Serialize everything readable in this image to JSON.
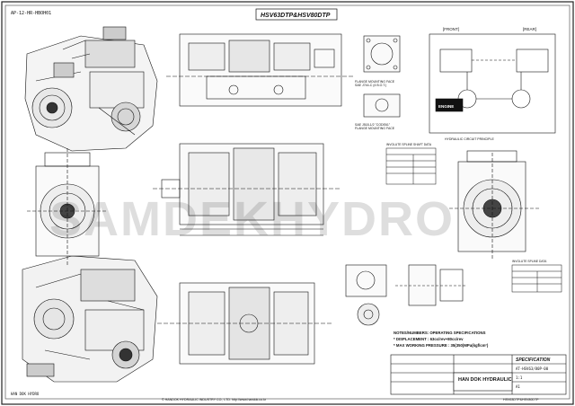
{
  "drawing": {
    "title": "HSV63DTP&HSV80DTP",
    "watermark": "SAMDEKHYDRO",
    "tag_top_left": "AP-12-HR-HBOH01",
    "flange_note_1": "FLANGE MOUNTING FACE\nSAE J744-C (4 B.O.T.)",
    "flange_note_2": "SAE J518-1/2 \"CODE61\"\nFLANGE MOUNTING FACE",
    "schematic": {
      "front_label": "[FRONT]",
      "rear_label": "[REAR]",
      "engine_label": "ENGINE",
      "caption": "HYDRAULIC CIRCUIT PRINCIPLE"
    },
    "spline_caption_1": "INVOLUTE SPLINE SHAFT DATA",
    "spline_caption_2": "INVOLUTE SPLINE DATA",
    "specifications": {
      "heading": "SPECIFICATION",
      "line1": "* DISPLACEMENT : 63cc/rev+80cc/rev",
      "line2": "* MAX WORKING PRESSURE : 35(350)MPa(kgf/cm²)",
      "line3": "NOTES/NUMBERS: OPERATING SPECIFICATIONS"
    },
    "company": "HAN DOK HYDRAULIC",
    "title_block": {
      "drawing_no": "AT-HSV63/80P-00",
      "scale": "1:1",
      "sheet": "A1"
    },
    "footer": "© HANDOK HYDRAULIC INDUSTRY CO., LTD.  http://www.handok.co.kr",
    "footer_right": "HSV63DTP&HSV80DTP",
    "bottom_left": "HAN DOK HYDRO"
  }
}
